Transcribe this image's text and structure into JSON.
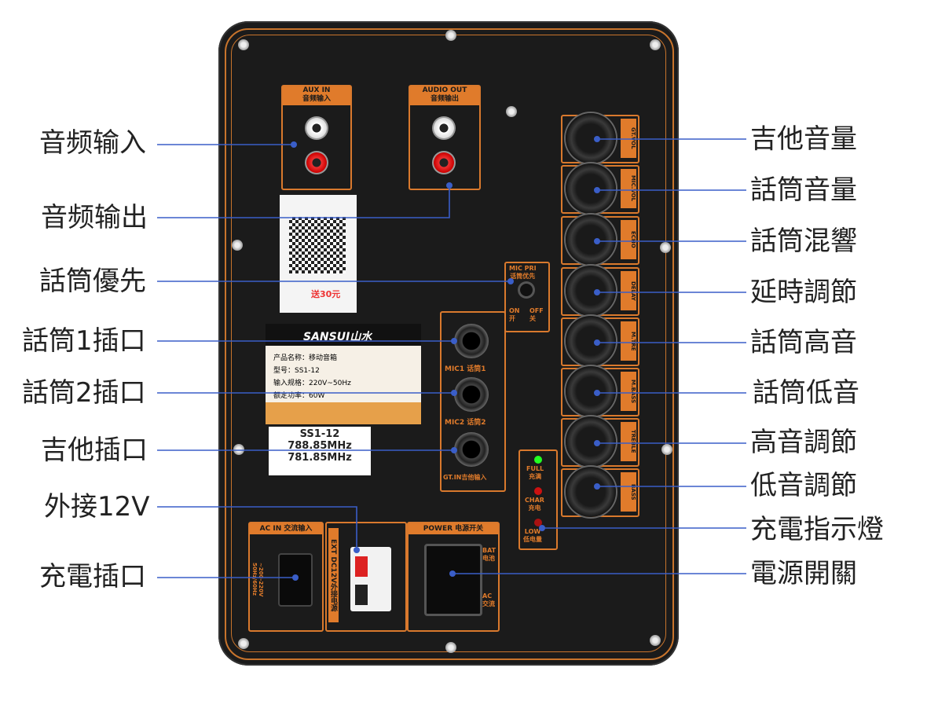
{
  "left_labels": [
    "音频输入",
    "音频输出",
    "話筒優先",
    "話筒1插口",
    "話筒2插口",
    "吉他插口",
    "外接12V",
    "充電插口"
  ],
  "right_labels": [
    "吉他音量",
    "話筒音量",
    "話筒混響",
    "延時調節",
    "話筒高音",
    "話筒低音",
    "高音調節",
    "低音調節",
    "充電指示燈",
    "電源開關"
  ],
  "panel": {
    "aux_in": "AUX IN\n音频输入",
    "audio_out": "AUDIO OUT\n音频输出",
    "mic_pri": "MIC PRI\n话筒优先",
    "mic_pri_on": "ON\n开",
    "mic_pri_off": "OFF\n关",
    "mic1": "MIC1  话筒1",
    "mic2": "MIC2  话筒2",
    "gtin": "GT.IN吉他输入",
    "ac_in": "AC IN 交流输入",
    "ext_dc": "EXT DC12V外接电源",
    "power": "POWER 电源开关",
    "full": "FULL\n充满",
    "char": "CHAR\n充电",
    "low": "LOW\n低电量",
    "knobs": [
      "GT.VOL",
      "MIC.VOL",
      "ECHO",
      "DELAY",
      "M.TRE",
      "M.BASS",
      "TREBLE",
      "BASS"
    ],
    "brand": "SANSUI山水",
    "model": "SS1-12",
    "freq1": "788.85MHz",
    "freq2": "781.85MHz",
    "spec_name": "产品名称：移动音箱",
    "spec_model": "型号：SS1-12",
    "spec_input": "输入规格：220V~50Hz",
    "spec_power": "额定功率：60W",
    "bat": "BAT\n电池",
    "ac": "AC\n交流",
    "voltage": "~200-220V\n50Hz/60Hz",
    "qr_price": "送30元"
  }
}
